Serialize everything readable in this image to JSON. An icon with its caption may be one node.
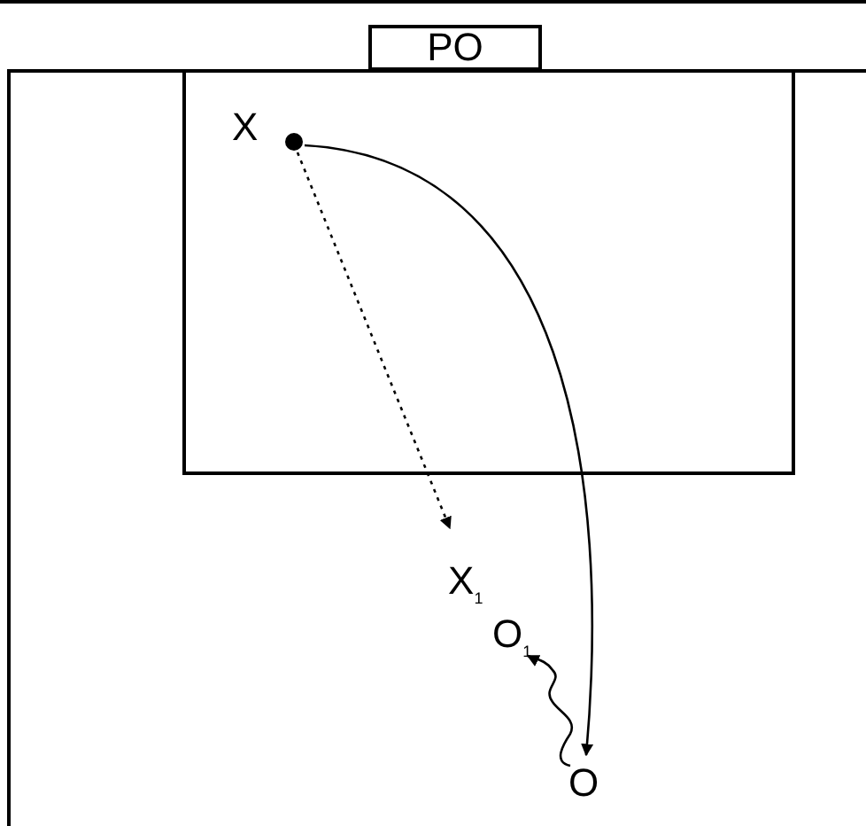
{
  "diagram": {
    "nodes": [
      {
        "text": [
          "PO"
        ]
      },
      {
        "text": [
          "X"
        ]
      },
      {
        "text": [],
        "shape": "circle"
      },
      {
        "text": [
          "X$_{1}$"
        ]
      },
      {
        "text": [
          "O$_{1}$"
        ]
      },
      {
        "text": [
          "O"
        ]
      }
    ],
    "edges": [
      {
        "from": 2,
        "to": 3,
        "arrow": "to",
        "style": "dashed"
      },
      {
        "from": 2,
        "to": 5,
        "arrow": "to"
      },
      {
        "from": 5,
        "to": 4,
        "arrow": "to"
      }
    ]
  }
}
